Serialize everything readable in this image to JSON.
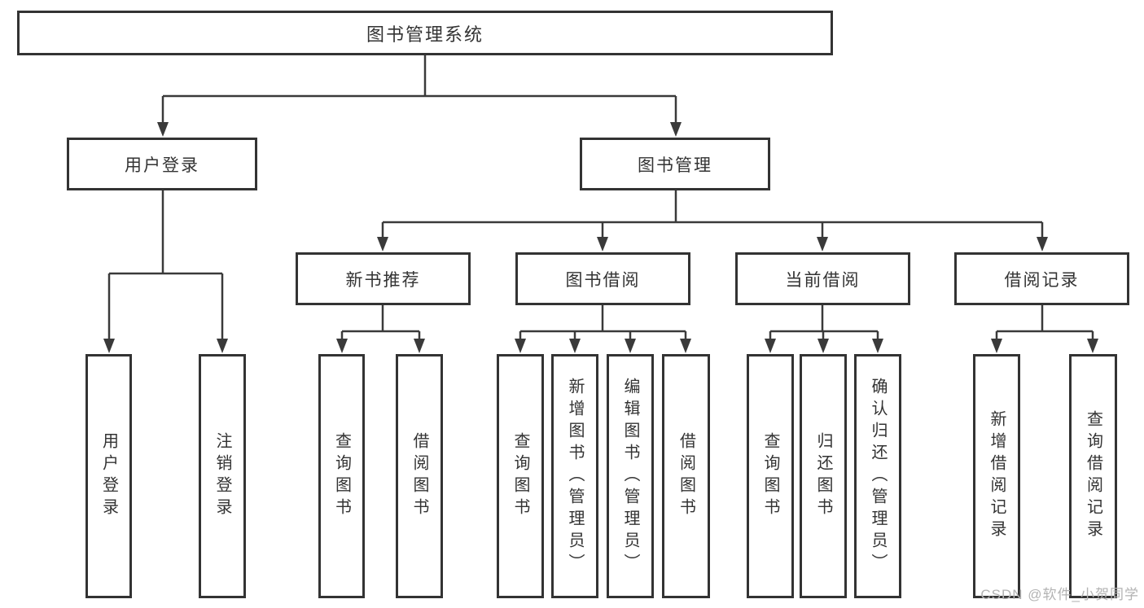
{
  "diagram": {
    "root": "图书管理系统",
    "branches": [
      {
        "label": "用户登录",
        "children": [
          "用户登录",
          "注销登录"
        ]
      },
      {
        "label": "图书管理",
        "groups": [
          {
            "label": "新书推荐",
            "children": [
              "查询图书",
              "借阅图书"
            ]
          },
          {
            "label": "图书借阅",
            "children": [
              "查询图书",
              "新增图书（管理员）",
              "编辑图书（管理员）",
              "借阅图书"
            ]
          },
          {
            "label": "当前借阅",
            "children": [
              "查询图书",
              "归还图书",
              "确认归还（管理员）"
            ]
          },
          {
            "label": "借阅记录",
            "children": [
              "新增借阅记录",
              "查询借阅记录"
            ]
          }
        ]
      }
    ]
  },
  "watermark": "CSDN @软件_小贺同学",
  "colors": {
    "line": "#3a3a3a",
    "box_border": "#333333",
    "text": "#333333",
    "watermark": "#b3b3b3",
    "background": "#ffffff"
  }
}
